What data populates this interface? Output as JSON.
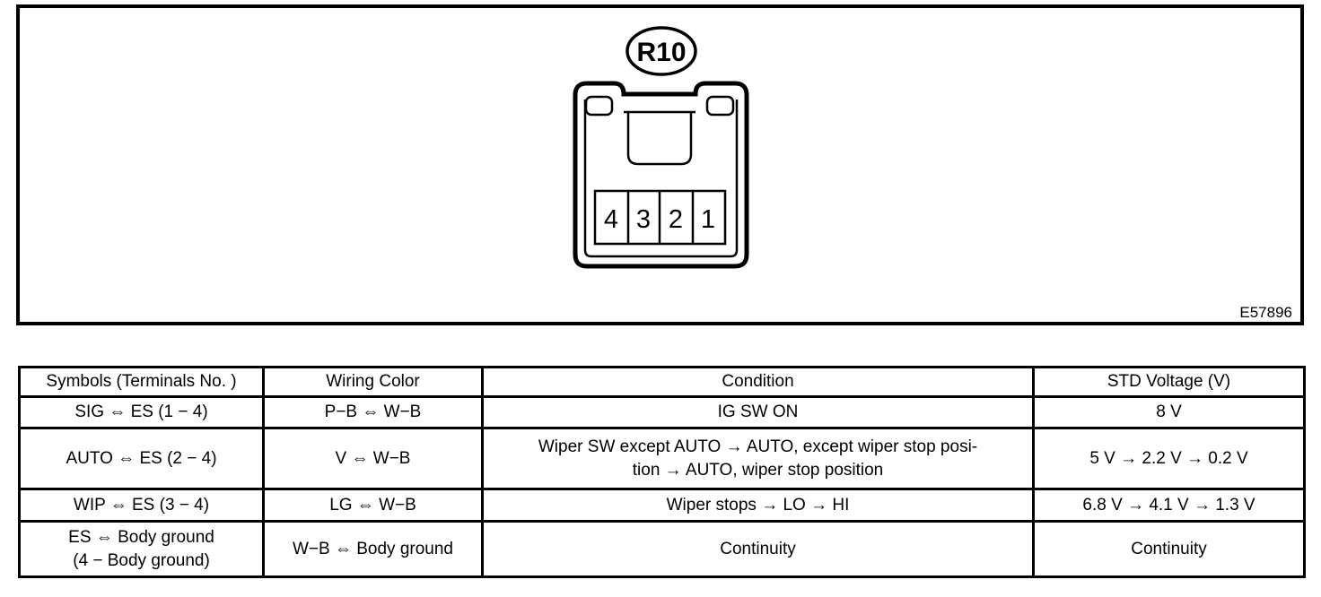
{
  "figure": {
    "connector_label": "R10",
    "figure_code": "E57896",
    "terminals": [
      "4",
      "3",
      "2",
      "1"
    ]
  },
  "table": {
    "headers": {
      "symbols": "Symbols (Terminals No. )",
      "wiring_color": "Wiring Color",
      "condition": "Condition",
      "std_voltage": "STD Voltage (V)"
    },
    "rows": [
      {
        "symbols": "SIG ⇔ ES (1 − 4)",
        "wiring_color": "P−B ⇔ W−B",
        "condition": "IG SW ON",
        "std_voltage": "8 V"
      },
      {
        "symbols": "AUTO ⇔ ES (2 − 4)",
        "wiring_color": "V ⇔ W−B",
        "condition": [
          "Wiper SW except AUTO → AUTO, except wiper stop posi-",
          "tion → AUTO, wiper stop position"
        ],
        "std_voltage": "5 V → 2.2 V → 0.2 V"
      },
      {
        "symbols": "WIP ⇔ ES (3 − 4)",
        "wiring_color": "LG ⇔ W−B",
        "condition": "Wiper stops → LO → HI",
        "std_voltage": "6.8 V → 4.1 V → 1.3 V"
      },
      {
        "symbols": [
          "ES ⇔ Body ground",
          "(4 − Body ground)"
        ],
        "wiring_color": "W−B ⇔ Body ground",
        "condition": "Continuity",
        "std_voltage": "Continuity"
      }
    ]
  },
  "colors": {
    "ink": "#000000",
    "background": "#ffffff"
  }
}
